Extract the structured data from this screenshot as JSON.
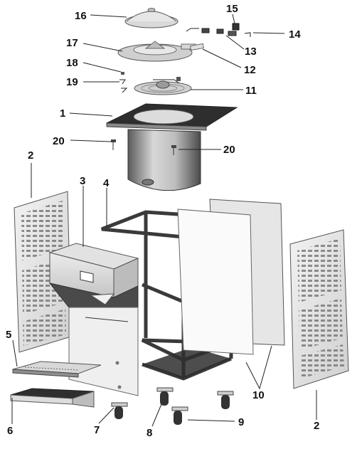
{
  "callouts": {
    "c1": "1",
    "c2a": "2",
    "c2b": "2",
    "c3": "3",
    "c4": "4",
    "c5": "5",
    "c6": "6",
    "c7": "7",
    "c8": "8",
    "c9": "9",
    "c10": "10",
    "c11": "11",
    "c12": "12",
    "c13": "13",
    "c14": "14",
    "c15": "15",
    "c16": "16",
    "c17": "17",
    "c18": "18",
    "c19": "19",
    "c20a": "20",
    "c20b": "20"
  }
}
